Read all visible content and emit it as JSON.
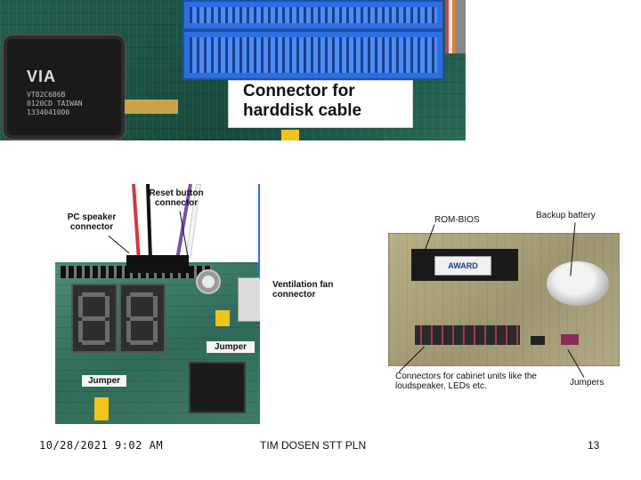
{
  "top_photo": {
    "label": "Connector for harddisk cable",
    "chip": {
      "logo": "VIA",
      "line1": "VT82C686B",
      "line2": "0120CD TAIWAN",
      "line3": "1334041000"
    }
  },
  "left_photo": {
    "speaker_label": "PC speaker connector",
    "reset_label": "Reset button connector",
    "fan_label": "Ventilation fan connector",
    "jumper_mid_label": "Jumper",
    "jumper_bottom_label": "Jumper"
  },
  "right_photo": {
    "bios_label": "ROM-BIOS",
    "battery_label": "Backup battery",
    "bios_sticker": "AWARD",
    "cabinet_label": "Connectors for cabinet units like the loudspeaker, LEDs etc.",
    "jumpers_label": "Jumpers"
  },
  "footer": {
    "date": "10/28/2021 9:02 AM",
    "center": "TIM DOSEN STT PLN",
    "page": "13"
  }
}
